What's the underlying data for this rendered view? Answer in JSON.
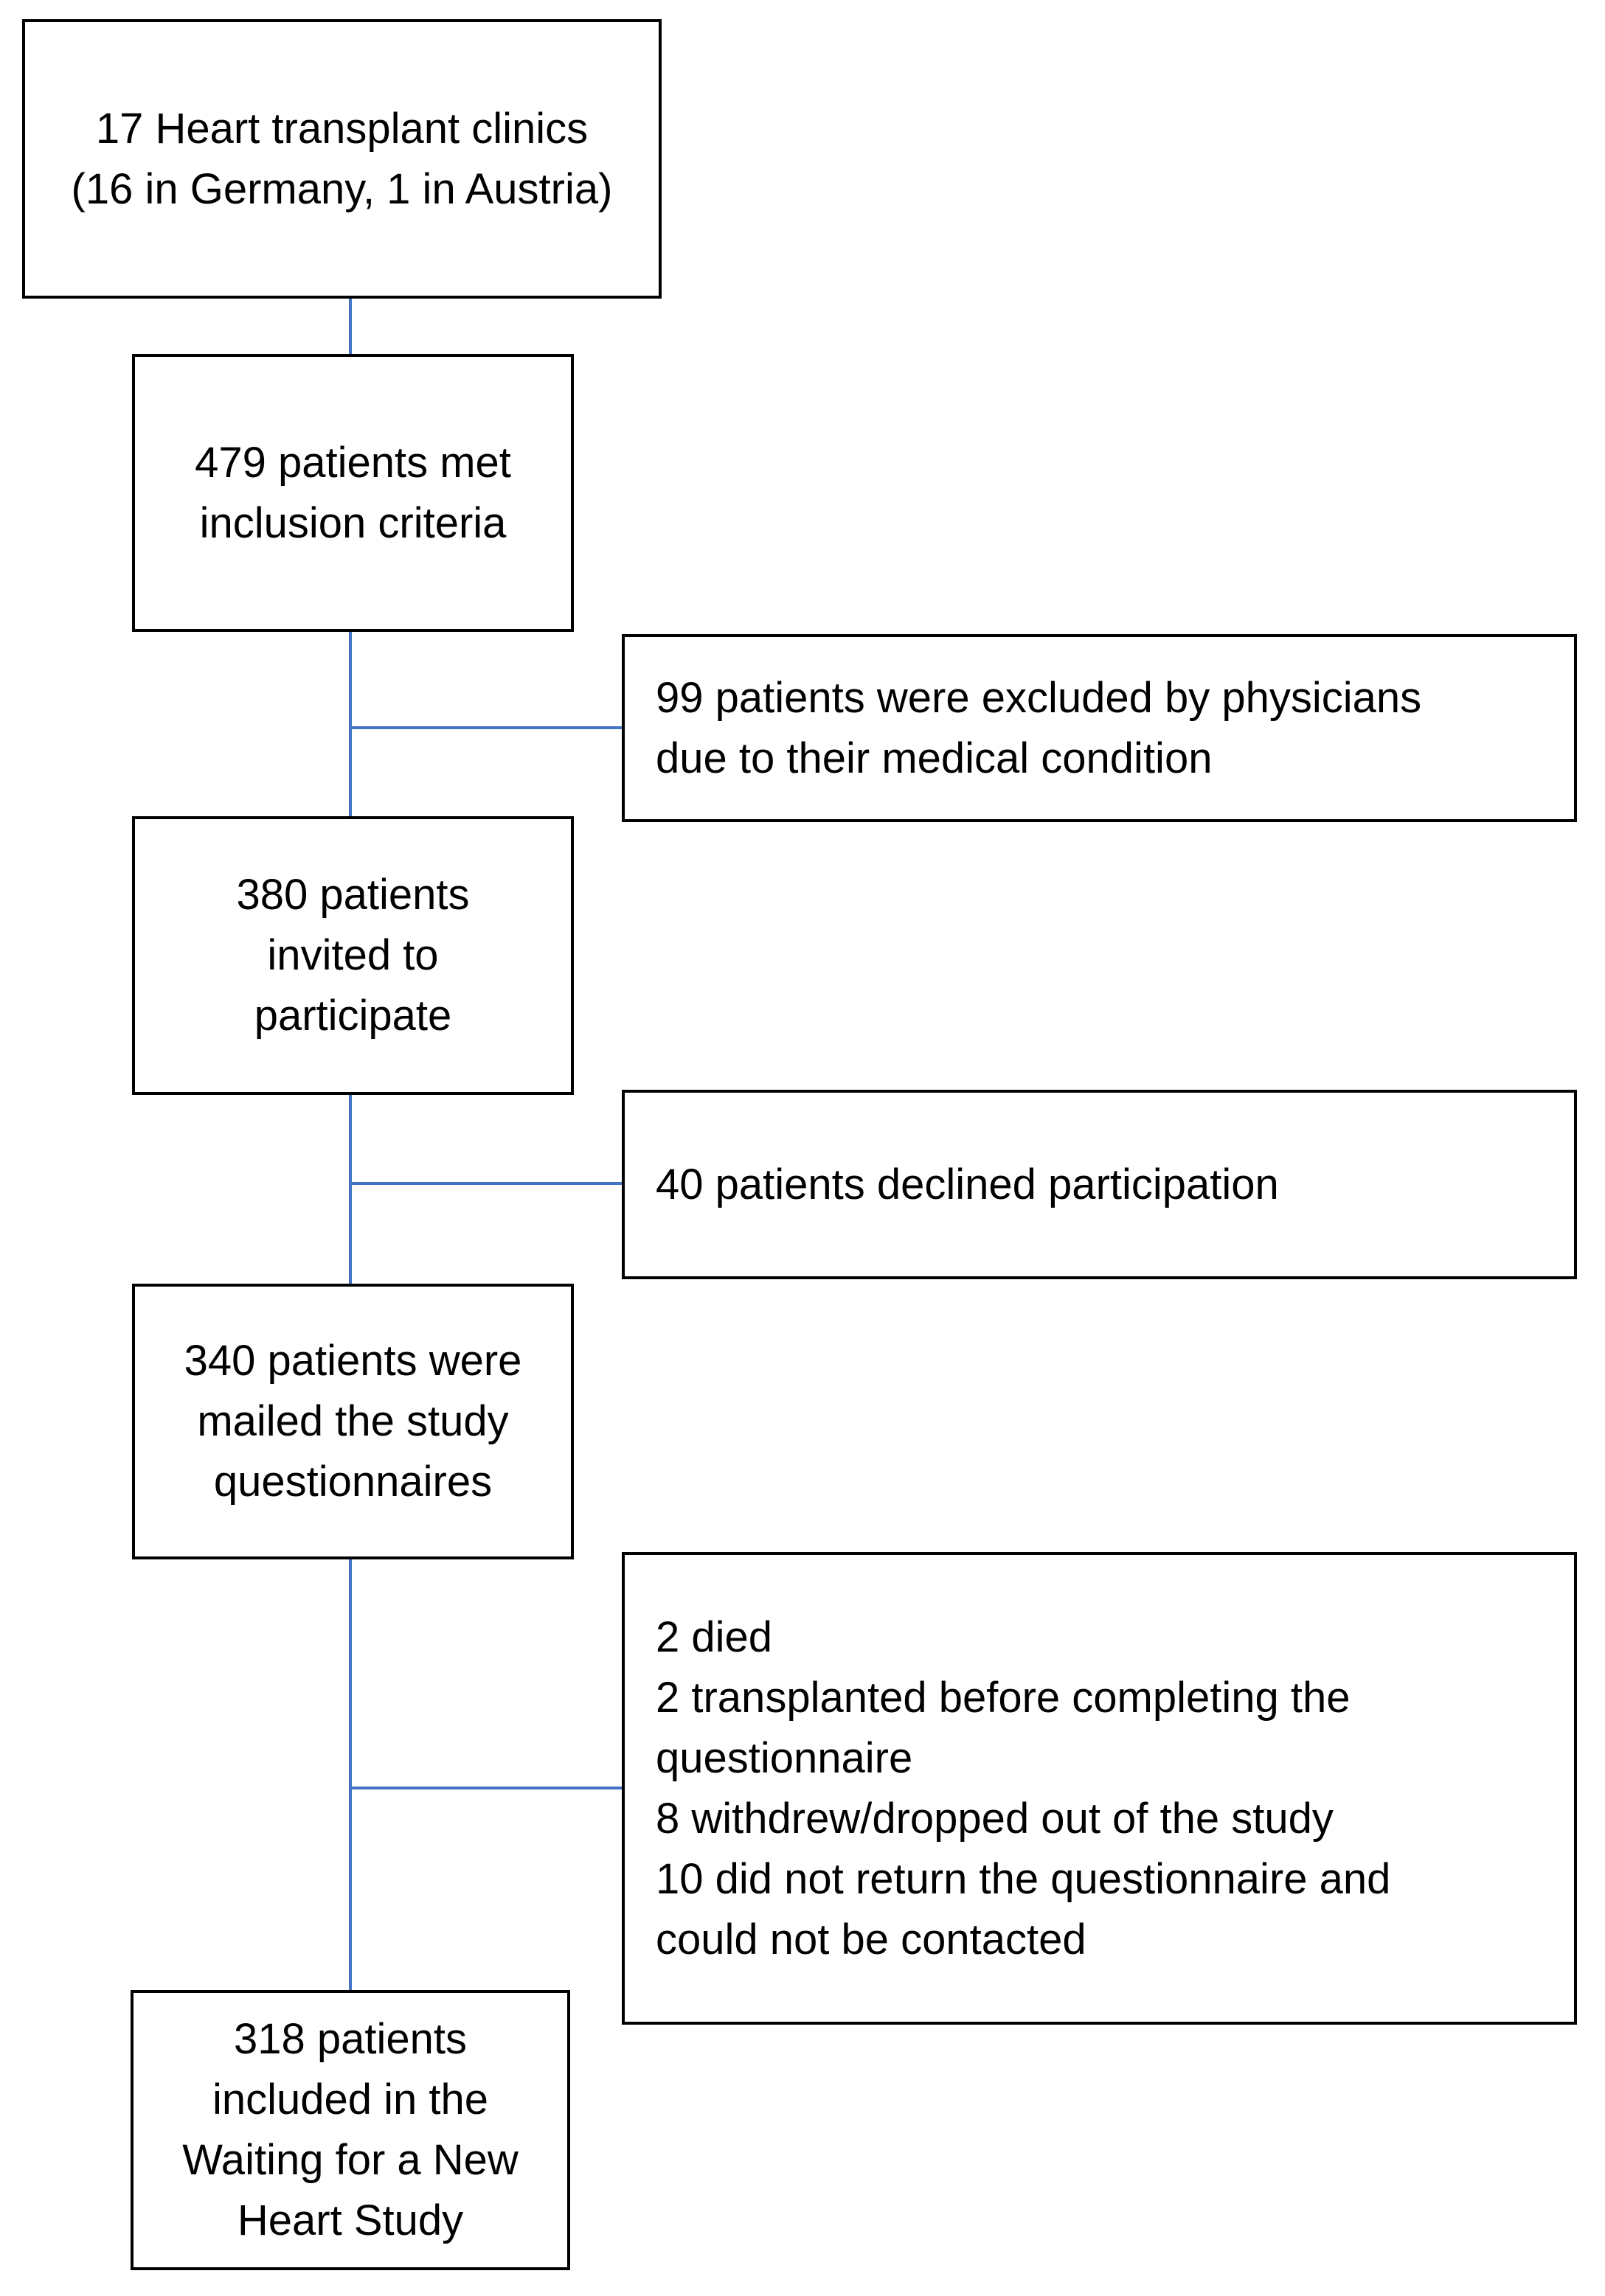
{
  "diagram": {
    "type": "patient-flow-diagram",
    "colors": {
      "box_border": "#000000",
      "box_background": "#FFFFFF",
      "connector": "#4472C4",
      "text": "#000000",
      "page_background": "#FFFFFF"
    },
    "main_boxes": [
      {
        "id": "clinics",
        "lines": [
          "17 Heart transplant clinics",
          "(16 in Germany, 1 in Austria)"
        ]
      },
      {
        "id": "inclusion",
        "lines": [
          "479 patients met",
          "inclusion criteria"
        ]
      },
      {
        "id": "invited",
        "lines": [
          "380 patients",
          "invited to",
          "participate"
        ]
      },
      {
        "id": "mailed",
        "lines": [
          "340 patients were",
          "mailed the study",
          "questionnaires"
        ]
      },
      {
        "id": "included",
        "lines": [
          "318 patients",
          "included in the",
          "Waiting for a New",
          "Heart Study"
        ]
      }
    ],
    "exclusion_boxes": [
      {
        "id": "excluded",
        "lines": [
          "99 patients were excluded by physicians",
          "due to their medical condition"
        ]
      },
      {
        "id": "declined",
        "lines": [
          "40 patients declined participation"
        ]
      },
      {
        "id": "attrition",
        "lines": [
          "2 died",
          "2 transplanted before completing the",
          "questionnaire",
          "8 withdrew/dropped out of the study",
          "10 did not return the questionnaire and",
          "could not be contacted"
        ]
      }
    ]
  }
}
